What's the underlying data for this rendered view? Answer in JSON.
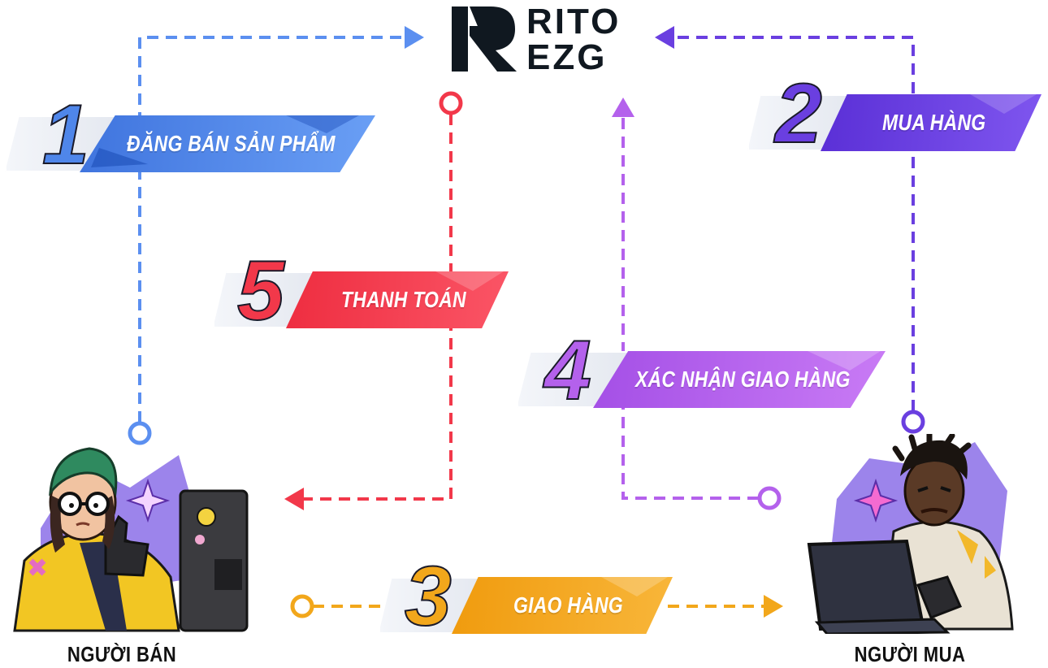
{
  "logo": {
    "line1": "RITO",
    "line2": "EZG"
  },
  "steps": [
    {
      "number": "1",
      "label": "ĐĂNG BÁN SẢN PHẨM",
      "color": "#4f86ea"
    },
    {
      "number": "2",
      "label": "MUA HÀNG",
      "color": "#6a3fe0"
    },
    {
      "number": "3",
      "label": "GIAO HÀNG",
      "color": "#f2a71b"
    },
    {
      "number": "4",
      "label": "XÁC NHẬN GIAO HÀNG",
      "color": "#b461ec"
    },
    {
      "number": "5",
      "label": "THANH TOÁN",
      "color": "#f2384a"
    }
  ],
  "roles": {
    "seller": "NGƯỜI BÁN",
    "buyer": "NGƯỜI MUA"
  }
}
